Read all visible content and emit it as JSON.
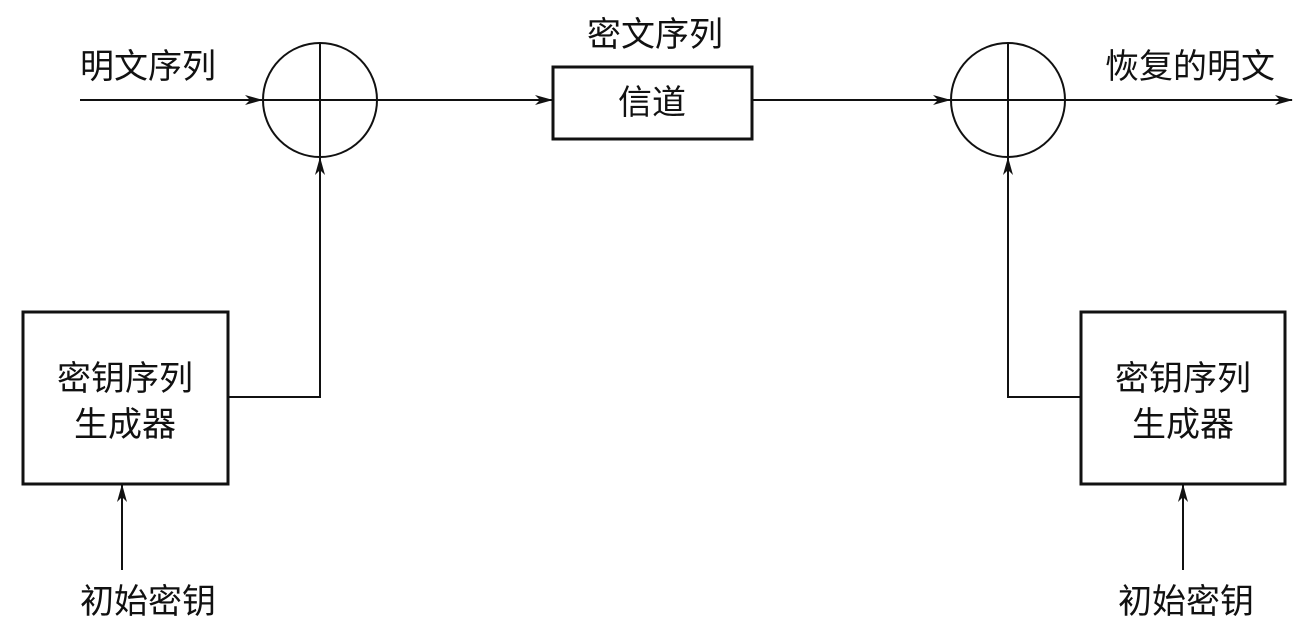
{
  "labels": {
    "plaintext_in": "明文序列",
    "ciphertext": "密文序列",
    "channel": "信道",
    "recovered": "恢复的明文",
    "keygen_left_line1": "密钥序列",
    "keygen_left_line2": "生成器",
    "keygen_right_line1": "密钥序列",
    "keygen_right_line2": "生成器",
    "initial_key_left": "初始密钥",
    "initial_key_right": "初始密钥"
  },
  "colors": {
    "stroke": "#111111",
    "background": "#ffffff"
  }
}
